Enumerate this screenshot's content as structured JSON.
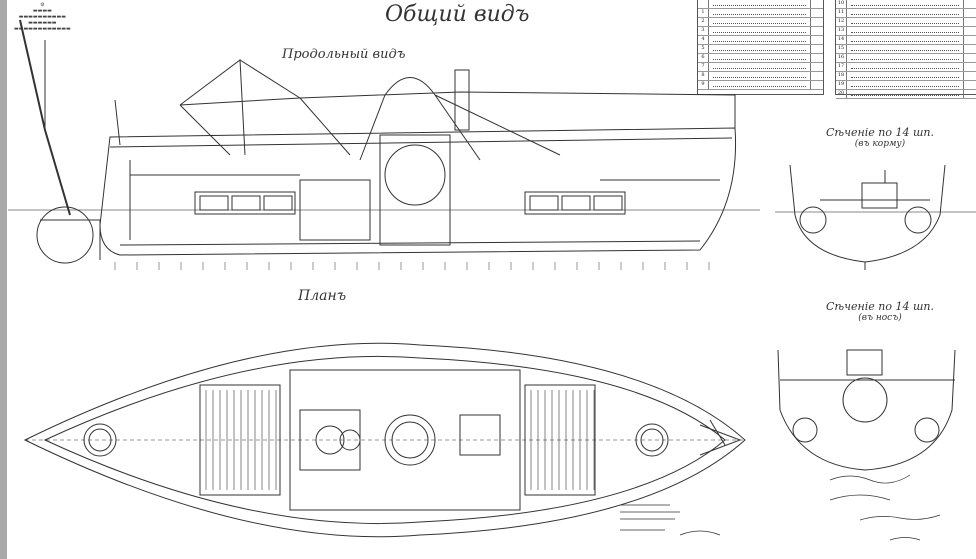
{
  "title": "Общий видъ",
  "views": {
    "profile": "Продольный видъ",
    "plan": "Планъ",
    "section_aft": {
      "title": "Сѣченiе по 14 шп.",
      "sub": "(въ корму)"
    },
    "section_fwd": {
      "title": "Сѣченiе по 14 шп.",
      "sub": "(въ носъ)"
    }
  },
  "table": {
    "left_rows": [
      "",
      "1",
      "2",
      "3",
      "4",
      "5",
      "6",
      "7",
      "8",
      "9"
    ],
    "right_rows": [
      "10",
      "11",
      "12",
      "13",
      "14",
      "15",
      "16",
      "17",
      "18",
      "19",
      "20"
    ]
  },
  "colors": {
    "ink": "#333333",
    "paper": "#ffffff",
    "margin": "#a9a9a9"
  }
}
